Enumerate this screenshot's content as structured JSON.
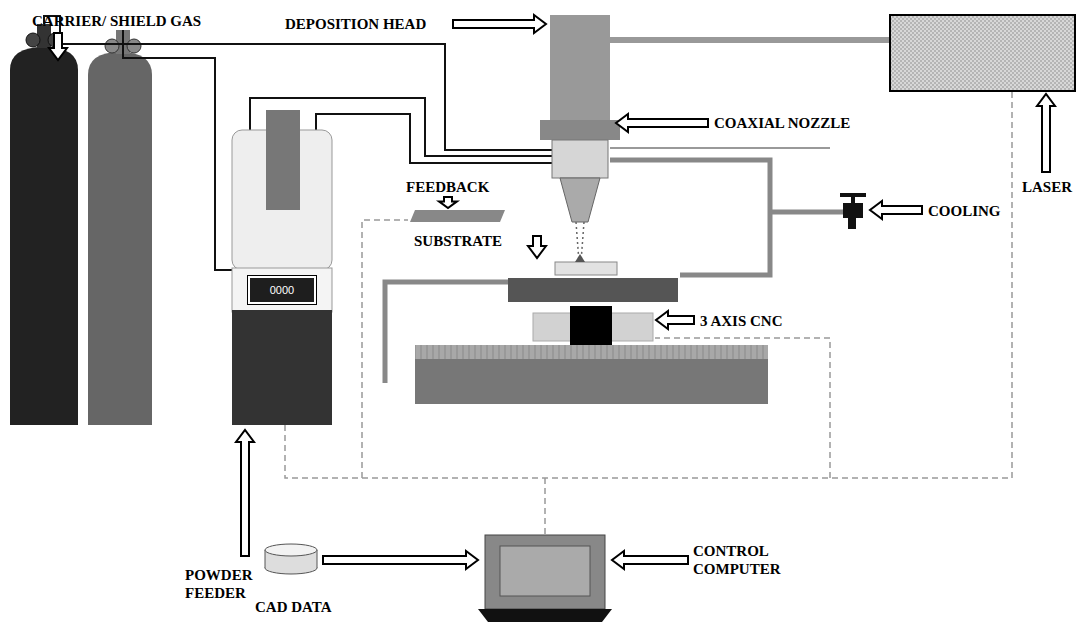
{
  "diagram": {
    "nodes": [
      {
        "text": [
          "0000"
        ]
      }
    ],
    "labels": [
      "CARRIER/ SHIELD GAS",
      "DEPOSITION HEAD",
      "COAXIAL NOZZLE",
      "FEEDBACK",
      "SUBSTRATE",
      "LASER",
      "COOLING",
      "3 AXIS CNC",
      "POWDER FEEDER",
      "CAD DATA",
      "CONTROL COMPUTER"
    ]
  }
}
